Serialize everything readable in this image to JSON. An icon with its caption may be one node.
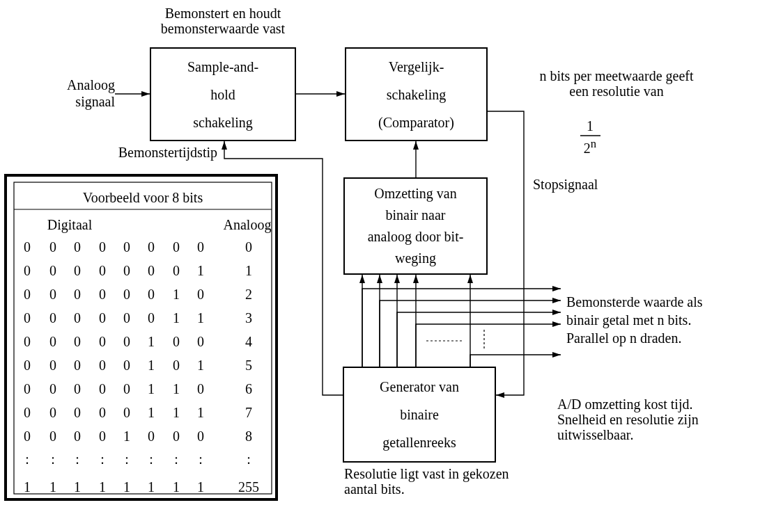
{
  "diagram": {
    "nodes": [
      {
        "text": [
          "Analoog signaal"
        ]
      },
      {
        "text": [
          "Sample-and- hold schakeling"
        ],
        "beside": [
          "Bemonstert en houdt bemonsterwaarde vast"
        ]
      },
      {
        "text": [
          "Vergelijk- schakeling (Comparator)"
        ]
      },
      {
        "text": [
          "Omzetting van binair naar analoog door bit-weging"
        ]
      },
      {
        "text": [
          "Generator van binaire getallenreeks"
        ],
        "beside": [
          "Resolutie ligt vast in gekozen aantal bits."
        ]
      },
      {
        "text": [
          "Bemonsterde waarde als binair getal met n bits. Parallel op n draden."
        ]
      }
    ],
    "edges": [
      {
        "from": 0,
        "to": 1,
        "arrow": "to"
      },
      {
        "from": 1,
        "to": 2,
        "arrow": "to"
      },
      {
        "from": 3,
        "to": 2,
        "arrow": "to"
      },
      {
        "from": 2,
        "to": 4,
        "arrow": "to",
        "label": "Stopsignaal"
      },
      {
        "from": 4,
        "to": 1,
        "arrow": "to",
        "label": "Bemonstertijdstip"
      },
      {
        "from": 4,
        "to": 3,
        "arrow": "to"
      },
      {
        "from": 4,
        "to": 3,
        "arrow": "to"
      },
      {
        "from": 4,
        "to": 3,
        "arrow": "to"
      },
      {
        "from": 4,
        "to": 3,
        "arrow": "to"
      },
      {
        "from": 4,
        "to": 3,
        "arrow": "to"
      },
      {
        "from": 4,
        "to": 5,
        "arrow": "to"
      },
      {
        "from": 4,
        "to": 5,
        "arrow": "to"
      },
      {
        "from": 4,
        "to": 5,
        "arrow": "to"
      },
      {
        "from": 4,
        "to": 5,
        "arrow": "to"
      },
      {
        "from": 4,
        "to": 5,
        "arrow": "to"
      }
    ],
    "labels": [
      "n bits per meetwaarde geeft een resolutie van",
      "1",
      "2$^{n}$",
      "A/D omzetting kost tijd. Snelheid en resolutie zijn uitwisselbaar.",
      "Voorbeeld voor 8 bits",
      "Digitaal",
      "Analoog",
      "0",
      "0",
      "0",
      "0",
      "0",
      "0",
      "0",
      "0",
      "0",
      "0",
      "0",
      "0",
      "0",
      "0",
      "0",
      "0",
      "1",
      "1",
      "0",
      "0",
      "0",
      "0",
      "0",
      "0",
      "1",
      "0",
      "2",
      "0",
      "0",
      "0",
      "0",
      "0",
      "0",
      "1",
      "1",
      "3",
      "0",
      "0",
      "0",
      "0",
      "0",
      "1",
      "0",
      "0",
      "4",
      "0",
      "0",
      "0",
      "0",
      "0",
      "1",
      "0",
      "1",
      "5",
      "0",
      "0",
      "0",
      "0",
      "0",
      "1",
      "1",
      "0",
      "6",
      "0",
      "0",
      "0",
      "0",
      "0",
      "1",
      "1",
      "1",
      "7",
      "0",
      "0",
      "0",
      "0",
      "1",
      "0",
      "0",
      "0",
      "8",
      ":",
      ":",
      ":",
      ":",
      ":",
      ":",
      ":",
      ":",
      ":",
      "1",
      "1",
      "1",
      "1",
      "1",
      "1",
      "1",
      "1",
      "255"
    ]
  }
}
